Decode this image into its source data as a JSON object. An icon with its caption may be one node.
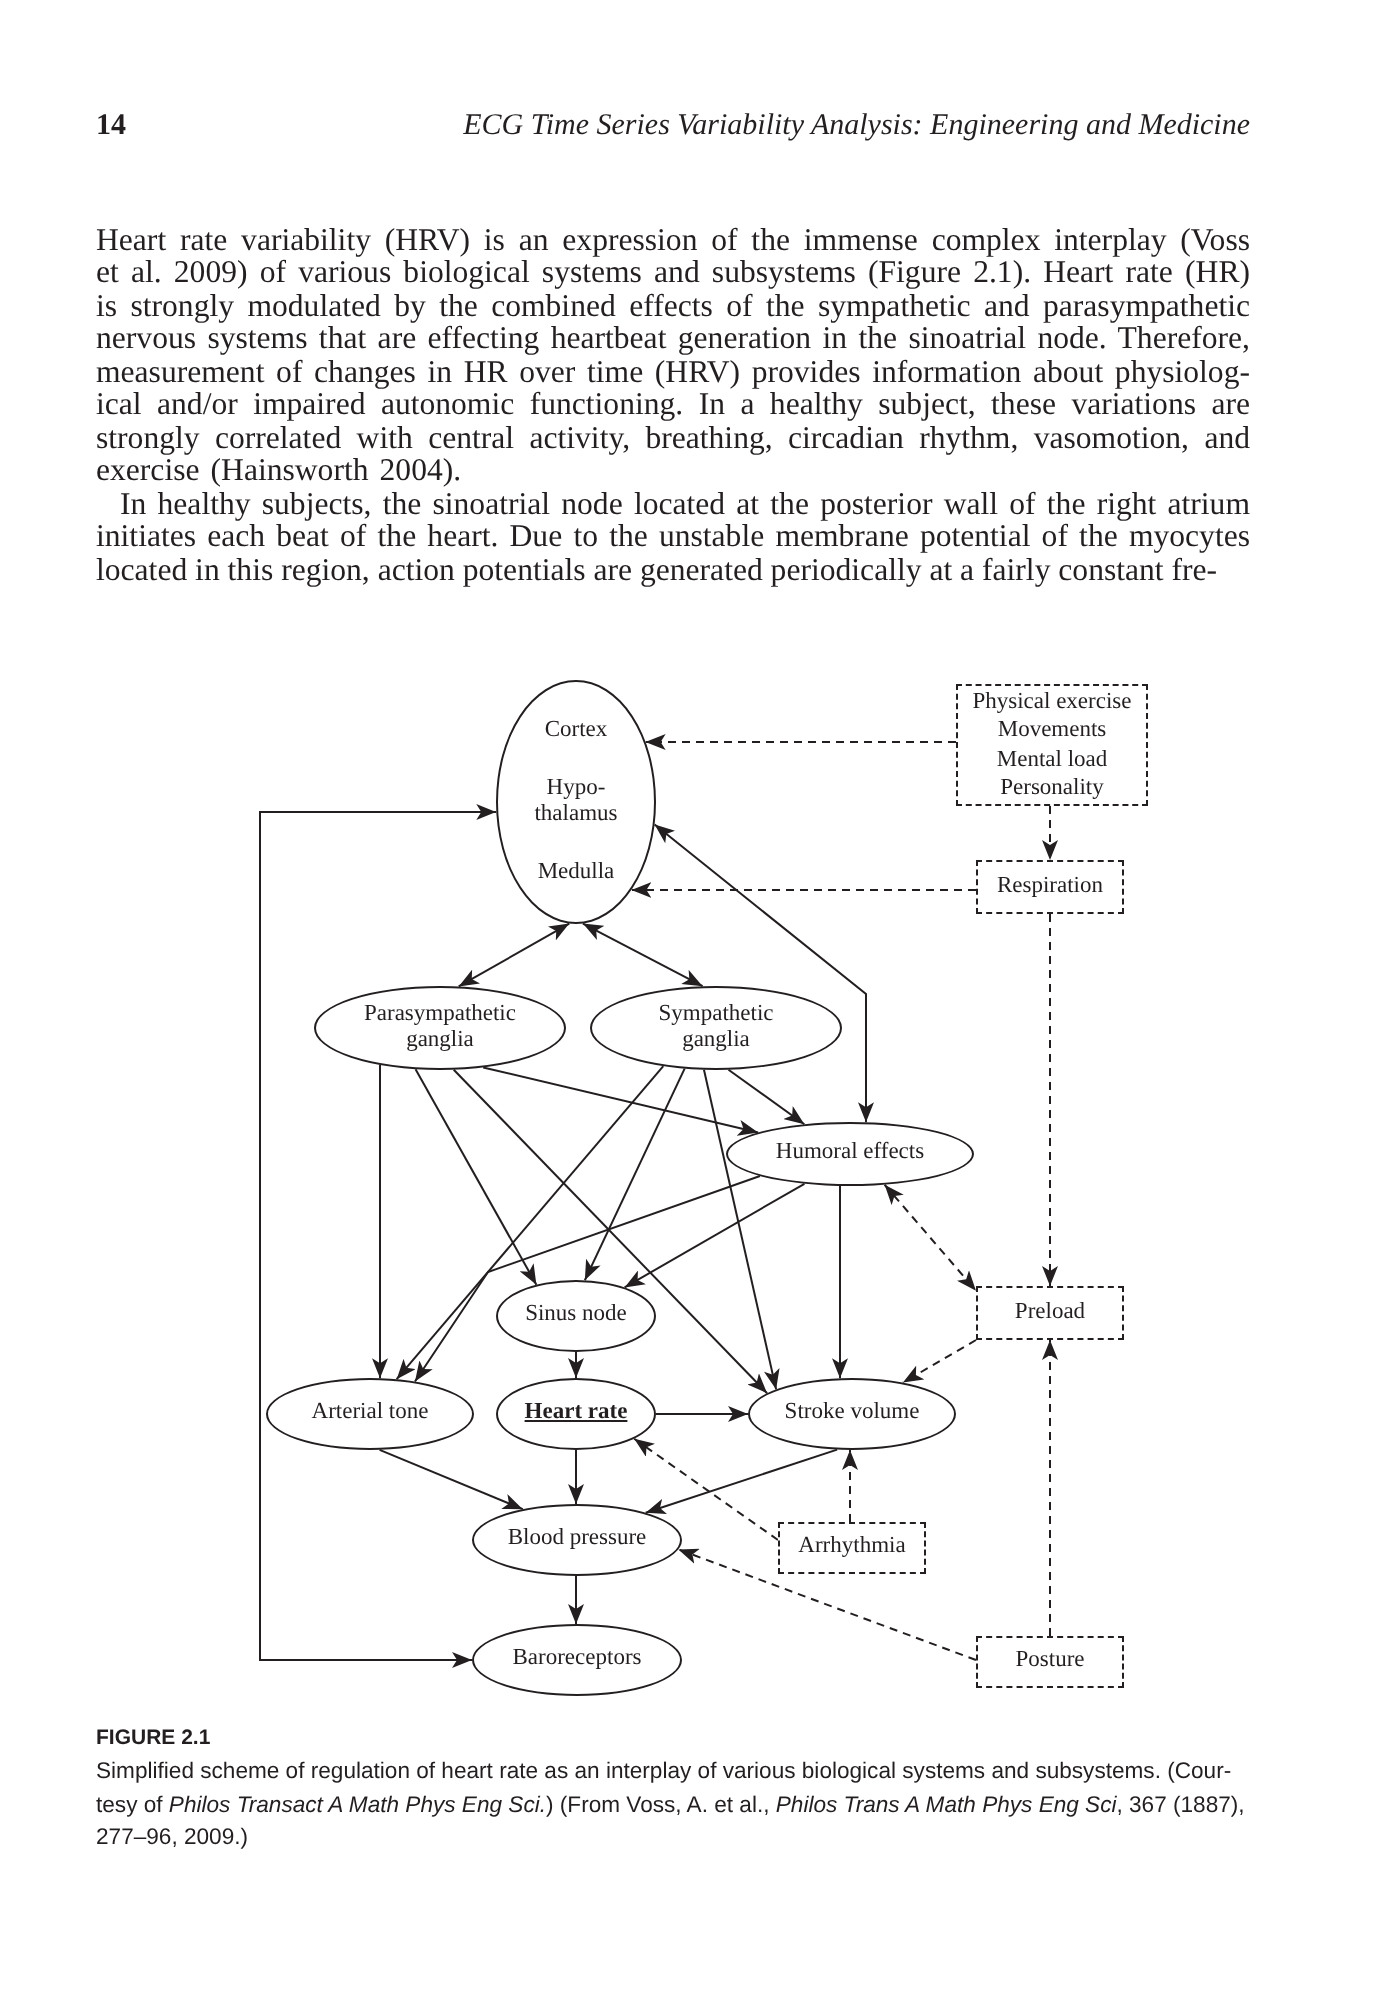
{
  "diagram": {
    "caption": "Simplified scheme of regulation of heart rate as an interplay of various biological systems and subsystems. (Cour- tesy of *Philos Transact A Math Phys Eng Sci.*) (From Voss, A. et al., *Philos Trans A Math Phys Eng Sci*, 367 (1887), 277–96, 2009.)",
    "nodes": [
      {
        "text": [
          "Cortex",
          "Hypo- thalamus",
          "Medulla"
        ]
      },
      {
        "text": [
          "Physical exercise",
          "Movements",
          "Mental load",
          "Personality"
        ]
      },
      {
        "text": [
          "Respiration"
        ]
      },
      {
        "text": [
          "Parasympathetic ganglia"
        ]
      },
      {
        "text": [
          "Sympathetic ganglia"
        ]
      },
      {
        "text": [
          "Humoral effects"
        ]
      },
      {
        "text": [
          "Sinus node"
        ]
      },
      {
        "text": [
          "Preload"
        ]
      },
      {
        "text": [
          "Arterial tone"
        ]
      },
      {
        "text": [
          "Heart rate"
        ]
      },
      {
        "text": [
          "Stroke volume"
        ]
      },
      {
        "text": [
          "Blood pressure"
        ]
      },
      {
        "text": [
          "Arrhythmia"
        ]
      },
      {
        "text": [
          "Baroreceptors"
        ]
      },
      {
        "text": [
          "Posture"
        ]
      }
    ],
    "edges": [
      {
        "from": 1,
        "to": 0,
        "arrow": "to",
        "style": "dashed"
      },
      {
        "from": 1,
        "to": 2,
        "arrow": "to",
        "style": "dashed"
      },
      {
        "from": 2,
        "to": 0,
        "arrow": "to",
        "style": "dashed"
      },
      {
        "from": 2,
        "to": 7,
        "arrow": "to",
        "style": "dashed"
      },
      {
        "from": 0,
        "to": 3,
        "arrow": "both"
      },
      {
        "from": 0,
        "to": 4,
        "arrow": "both"
      },
      {
        "from": 0,
        "to": 5,
        "arrow": "both"
      },
      {
        "from": 3,
        "to": 5,
        "arrow": "to"
      },
      {
        "from": 4,
        "to": 5,
        "arrow": "to"
      },
      {
        "from": 3,
        "to": 8,
        "arrow": "to"
      },
      {
        "from": 3,
        "to": 6,
        "arrow": "to"
      },
      {
        "from": 3,
        "to": 10,
        "arrow": "to"
      },
      {
        "from": 4,
        "to": 8,
        "arrow": "to"
      },
      {
        "from": 4,
        "to": 6,
        "arrow": "to"
      },
      {
        "from": 4,
        "to": 10,
        "arrow": "to"
      },
      {
        "from": 5,
        "to": 8,
        "arrow": "to"
      },
      {
        "from": 5,
        "to": 6,
        "arrow": "to"
      },
      {
        "from": 5,
        "to": 10,
        "arrow": "to"
      },
      {
        "from": 5,
        "to": 7,
        "arrow": "both",
        "style": "dashed"
      },
      {
        "from": 7,
        "to": 10,
        "arrow": "to",
        "style": "dashed"
      },
      {
        "from": 14,
        "to": 7,
        "arrow": "to",
        "style": "dashed"
      },
      {
        "from": 14,
        "to": 11,
        "arrow": "to",
        "style": "dashed"
      },
      {
        "from": 12,
        "to": 9,
        "arrow": "to",
        "style": "dashed"
      },
      {
        "from": 12,
        "to": 10,
        "arrow": "to",
        "style": "dashed"
      },
      {
        "from": 6,
        "to": 9,
        "arrow": "to"
      },
      {
        "from": 9,
        "to": 10,
        "arrow": "to"
      },
      {
        "from": 8,
        "to": 11,
        "arrow": "to"
      },
      {
        "from": 9,
        "to": 11,
        "arrow": "to"
      },
      {
        "from": 10,
        "to": 11,
        "arrow": "to"
      },
      {
        "from": 11,
        "to": 13,
        "arrow": "to"
      },
      {
        "from": 13,
        "to": 0,
        "arrow": "both"
      }
    ],
    "labels": [
      "14",
      "ECG Time Series Variability Analysis: Engineering and Medicine",
      "Heart rate variability (HRV) is an expression of the immense complex interplay (Voss et al. 2009) of various biological systems and subsystems (Figure 2.1). Heart rate (HR) is strongly modulated by the combined effects of the sympathetic and parasympathetic nervous systems that are effecting heartbeat generation in the sinoatrial node. Therefore, measurement of changes in HR over time (HRV) provides information about physiolog- ical and/or impaired autonomic functioning. In a healthy subject, these variations are strongly correlated with central activity, breathing, circadian rhythm, vasomotion, and exercise (Hainsworth 2004).",
      "In healthy subjects, the sinoatrial node located at the posterior wall of the right atrium initiates each beat of the heart. Due to the unstable membrane potential of the myocytes located in this region, action potentials are generated periodically at a fairly constant fre-",
      "FIGURE 2.1"
    ]
  }
}
